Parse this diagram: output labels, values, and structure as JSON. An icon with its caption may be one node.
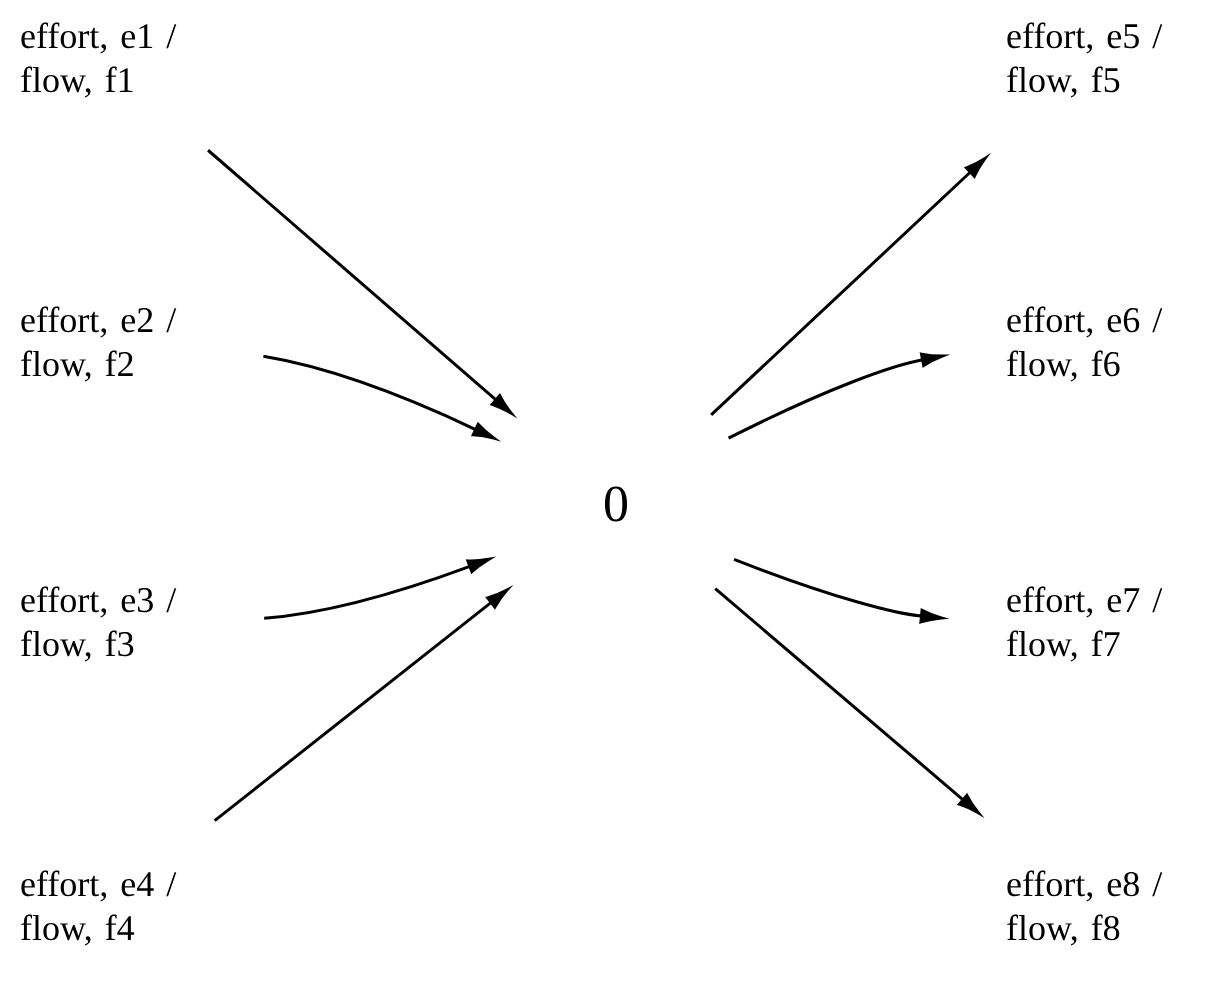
{
  "diagram": {
    "nodes": [
      {
        "text": [
          "0"
        ]
      },
      {
        "text": [
          "effort, e1 / flow, f1"
        ]
      },
      {
        "text": [
          "effort, e2 / flow, f2"
        ]
      },
      {
        "text": [
          "effort, e3 / flow, f3"
        ]
      },
      {
        "text": [
          "effort, e4 / flow, f4"
        ]
      },
      {
        "text": [
          "effort, e5 / flow, f5"
        ]
      },
      {
        "text": [
          "effort, e6 / flow, f6"
        ]
      },
      {
        "text": [
          "effort, e7 / flow, f7"
        ]
      },
      {
        "text": [
          "effort, e8 / flow, f8"
        ]
      }
    ],
    "edges": [
      {
        "from": 1,
        "to": 0,
        "arrow": "to"
      },
      {
        "from": 2,
        "to": 0,
        "arrow": "to"
      },
      {
        "from": 3,
        "to": 0,
        "arrow": "to"
      },
      {
        "from": 4,
        "to": 0,
        "arrow": "to"
      },
      {
        "from": 0,
        "to": 5,
        "arrow": "to"
      },
      {
        "from": 0,
        "to": 6,
        "arrow": "to"
      },
      {
        "from": 0,
        "to": 7,
        "arrow": "to"
      },
      {
        "from": 0,
        "to": 8,
        "arrow": "to"
      }
    ]
  }
}
